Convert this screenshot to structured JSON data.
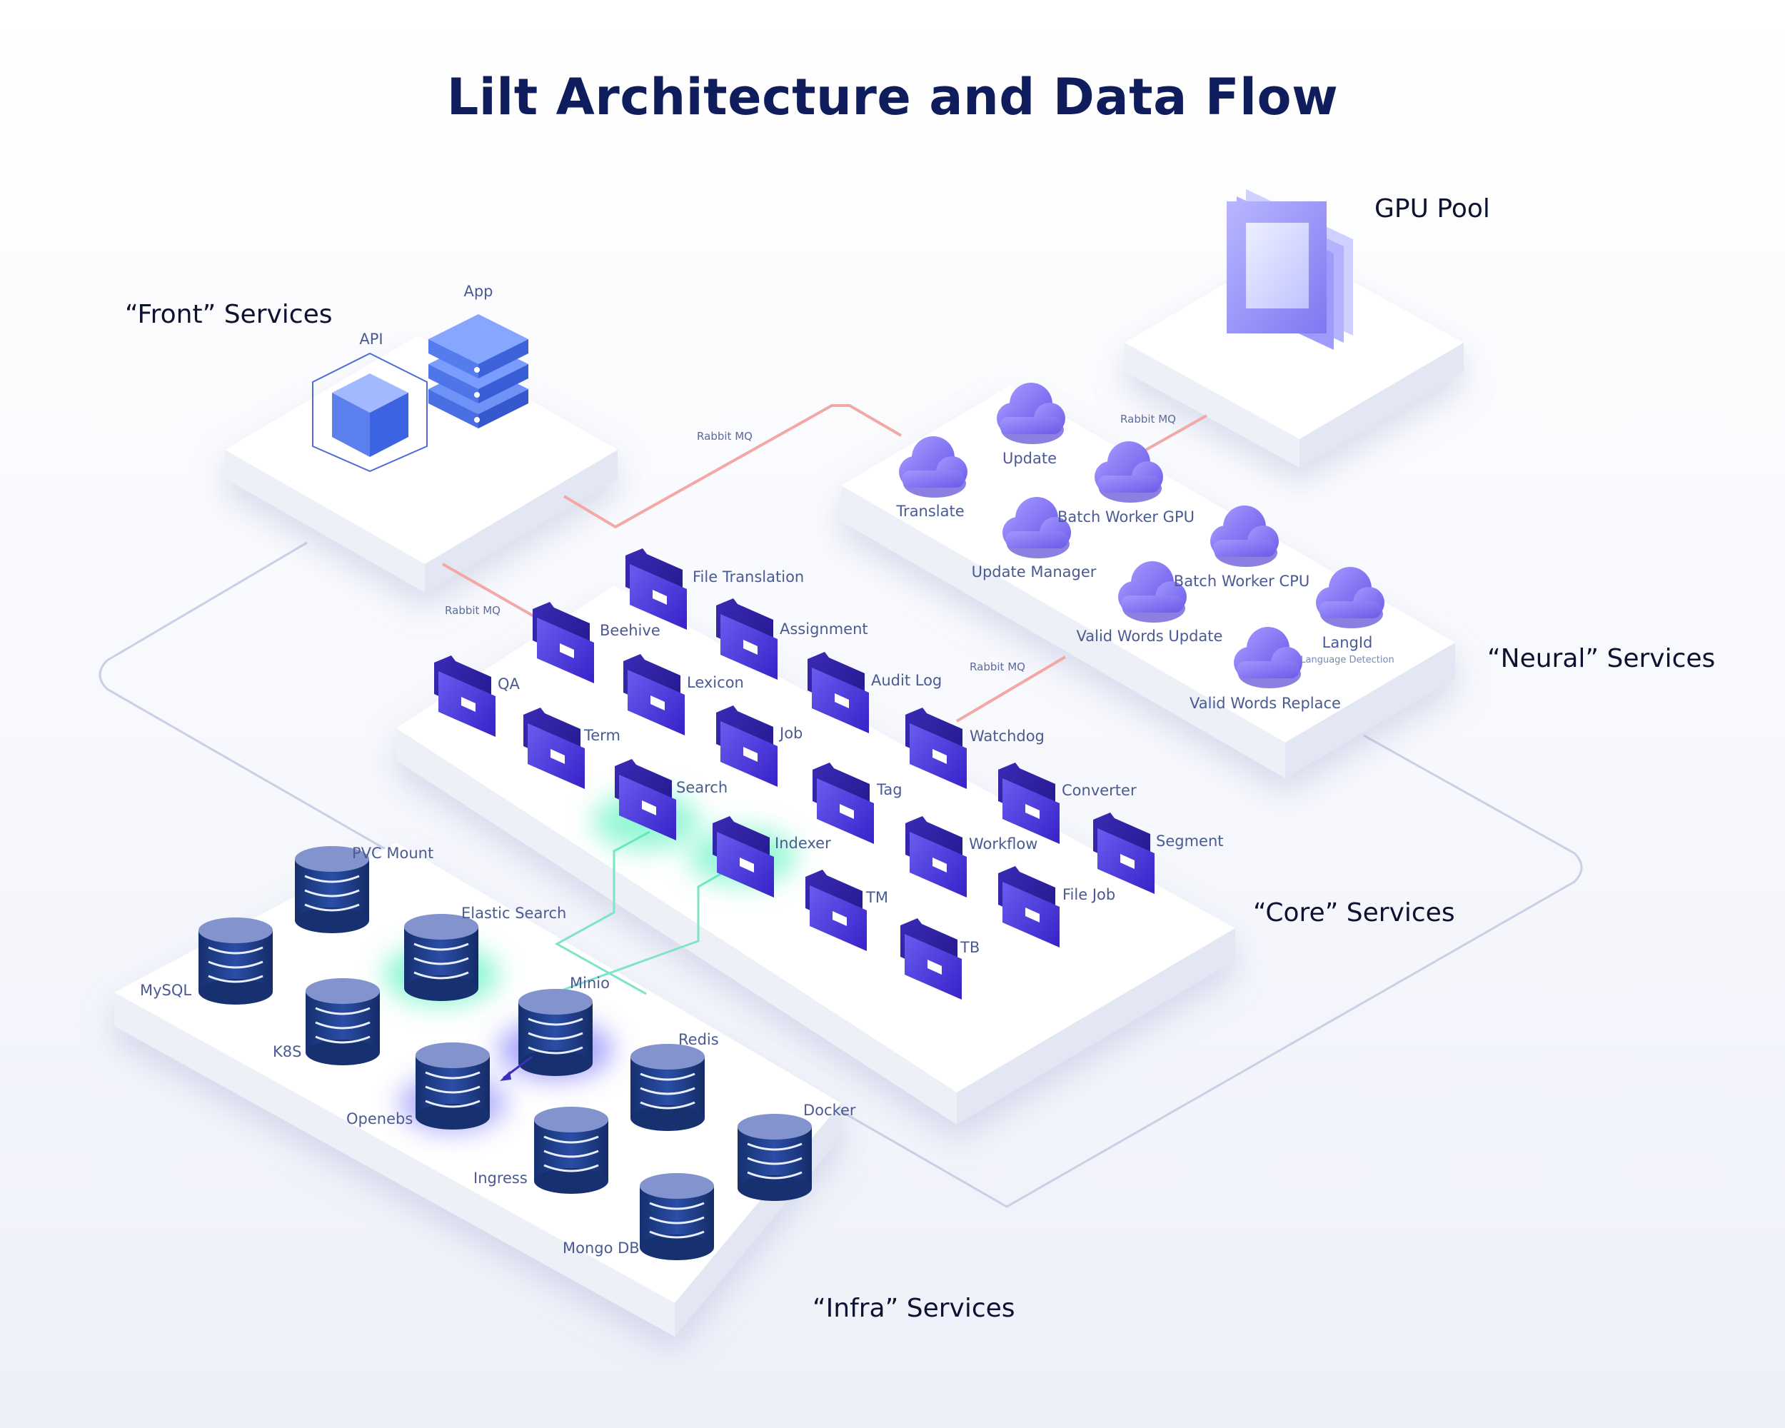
{
  "title": "Lilt Architecture and Data Flow",
  "groups": {
    "front": "“Front” Services",
    "neural": "“Neural” Services",
    "core": "“Core” Services",
    "infra": "“Infra” Services",
    "gpu": "GPU Pool"
  },
  "front_items": {
    "api": "API",
    "app": "App"
  },
  "connections": {
    "front_neural": "Rabbit MQ",
    "front_core": "Rabbit MQ",
    "core_neural": "Rabbit MQ",
    "neural_gpu": "Rabbit MQ"
  },
  "neural_items": {
    "translate": "Translate",
    "update": "Update",
    "batch_worker_gpu": "Batch Worker GPU",
    "update_manager": "Update Manager",
    "batch_worker_cpu": "Batch Worker CPU",
    "valid_words_update": "Valid Words Update",
    "langid": "LangId",
    "langid_sub": "Language Detection",
    "valid_words_replace": "Valid Words Replace"
  },
  "core_items": {
    "file_translation": "File Translation",
    "beehive": "Beehive",
    "assignment": "Assignment",
    "qa": "QA",
    "lexicon": "Lexicon",
    "audit_log": "Audit Log",
    "term": "Term",
    "job": "Job",
    "watchdog": "Watchdog",
    "search": "Search",
    "tag": "Tag",
    "converter": "Converter",
    "indexer": "Indexer",
    "workflow": "Workflow",
    "segment": "Segment",
    "tm": "TM",
    "file_job": "File Job",
    "tb": "TB"
  },
  "infra_items": {
    "pvc_mount": "PVC Mount",
    "elastic_search": "Elastic Search",
    "mysql": "MySQL",
    "minio": "Minio",
    "k8s": "K8S",
    "redis": "Redis",
    "openebs": "Openebs",
    "docker": "Docker",
    "ingress": "Ingress",
    "mongo_db": "Mongo DB"
  },
  "colors": {
    "title": "#0f1d5c",
    "connector_red": "#f2a9a6",
    "connector_blue": "#c9d0e6",
    "connector_green": "#7fe3c8",
    "folder": "#4a38d6",
    "cloud": "#7b6cf2",
    "database": "#1f3a86",
    "glow_green": "#3ef0b4",
    "glow_blue": "#4f4bf5"
  }
}
